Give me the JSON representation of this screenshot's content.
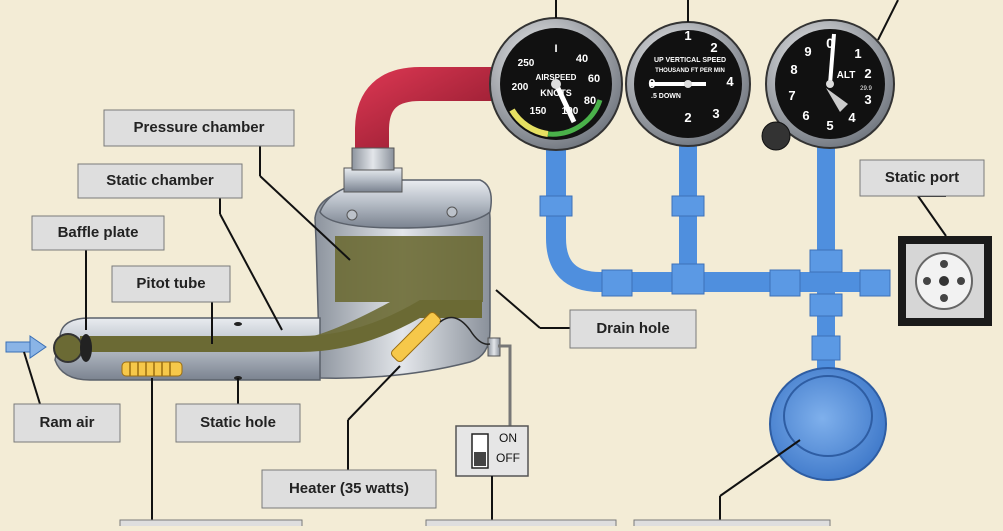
{
  "labels": {
    "pressure_chamber": "Pressure chamber",
    "static_chamber": "Static chamber",
    "baffle_plate": "Baffle plate",
    "pitot_tube": "Pitot tube",
    "ram_air": "Ram air",
    "static_hole": "Static hole",
    "heater": "Heater (35 watts)",
    "drain_hole": "Drain hole",
    "static_port": "Static port"
  },
  "switch": {
    "on": "ON",
    "off": "OFF"
  },
  "airspeed_gauge": {
    "center_top": "I",
    "line1": "AIRSPEED",
    "line2": "KNOTS",
    "ticks": [
      "40",
      "60",
      "80",
      "100",
      "150",
      "200",
      "250"
    ]
  },
  "vsi_gauge": {
    "line1": "UP VERTICAL SPEED",
    "line2": "THOUSAND FT PER MIN",
    "down": ".5 DOWN",
    "ticks": [
      "0",
      "1",
      "2",
      "3",
      "4",
      "2",
      "3",
      ".5"
    ]
  },
  "alt_gauge": {
    "label": "ALT",
    "ticks": [
      "0",
      "1",
      "2",
      "3",
      "4",
      "5",
      "6",
      "7",
      "8",
      "9"
    ],
    "kollsman": "29.9"
  },
  "colors": {
    "tube_blue": "#4f8fde",
    "ram_red": "#b3213a",
    "fluid": "#6b6a34",
    "background": "#f3ecd6"
  }
}
